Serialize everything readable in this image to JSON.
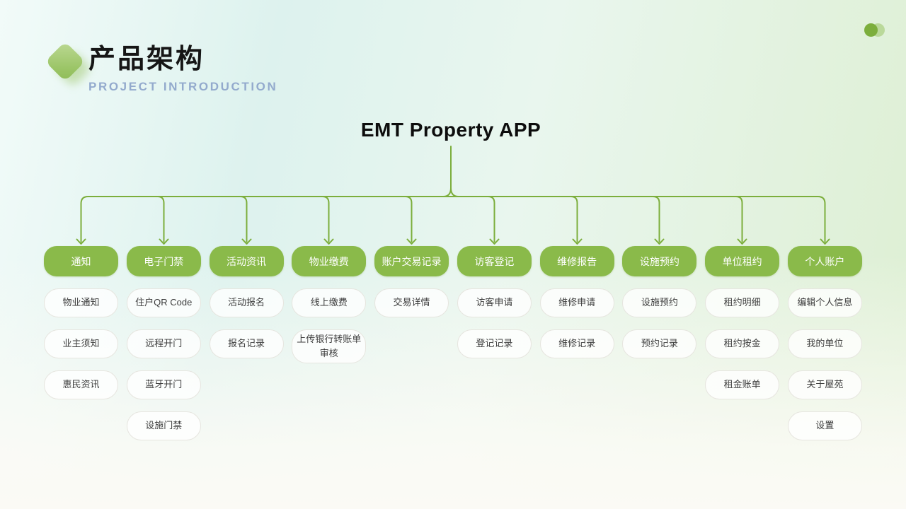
{
  "slide": {
    "eyebrow_title": "产品架构",
    "eyebrow_subtitle": "PROJECT INTRODUCTION"
  },
  "diagram": {
    "root_label": "EMT Property APP",
    "columns": [
      {
        "label": "通知",
        "children": [
          "物业通知",
          "业主须知",
          "惠民资讯"
        ]
      },
      {
        "label": "电子门禁",
        "children": [
          "住户QR Code",
          "远程开门",
          "蓝牙开门",
          "设施门禁"
        ]
      },
      {
        "label": "活动资讯",
        "children": [
          "活动报名",
          "报名记录"
        ]
      },
      {
        "label": "物业缴费",
        "children": [
          "线上缴费",
          "上传银行转账单审核"
        ]
      },
      {
        "label": "账户交易记录",
        "children": [
          "交易详情"
        ]
      },
      {
        "label": "访客登记",
        "children": [
          "访客申请",
          "登记记录"
        ]
      },
      {
        "label": "维修报告",
        "children": [
          "维修申请",
          "维修记录"
        ]
      },
      {
        "label": "设施预约",
        "children": [
          "设施预约",
          "预约记录"
        ]
      },
      {
        "label": "单位租约",
        "children": [
          "租约明细",
          "租约按金",
          "租金账单"
        ]
      },
      {
        "label": "个人账户",
        "children": [
          "编辑个人信息",
          "我的单位",
          "关于屋苑",
          "设置"
        ]
      }
    ]
  },
  "colors": {
    "accent_green": "#8aba4a",
    "line_green": "#7cae3c",
    "subtitle_blue": "#93aacd"
  },
  "decor": {
    "corner_dots": "two-overlapping-green-circles",
    "header_icon": "green-rounded-diamond"
  }
}
